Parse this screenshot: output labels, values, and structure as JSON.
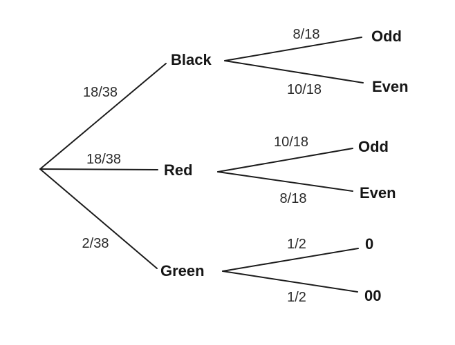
{
  "figure": {
    "background": "#ffffff",
    "line_color": "#1b1b1b",
    "text_color": "#1b1b1b",
    "tree": {
      "branches": [
        {
          "probability": "18/38",
          "label": "Black",
          "children": [
            {
              "probability": "8/18",
              "label": "Odd"
            },
            {
              "probability": "10/18",
              "label": "Even"
            }
          ]
        },
        {
          "probability": "18/38",
          "label": "Red",
          "children": [
            {
              "probability": "10/18",
              "label": "Odd"
            },
            {
              "probability": "8/18",
              "label": "Even"
            }
          ]
        },
        {
          "probability": "2/38",
          "label": "Green",
          "children": [
            {
              "probability": "1/2",
              "label": "0"
            },
            {
              "probability": "1/2",
              "label": "00"
            }
          ]
        }
      ]
    }
  }
}
